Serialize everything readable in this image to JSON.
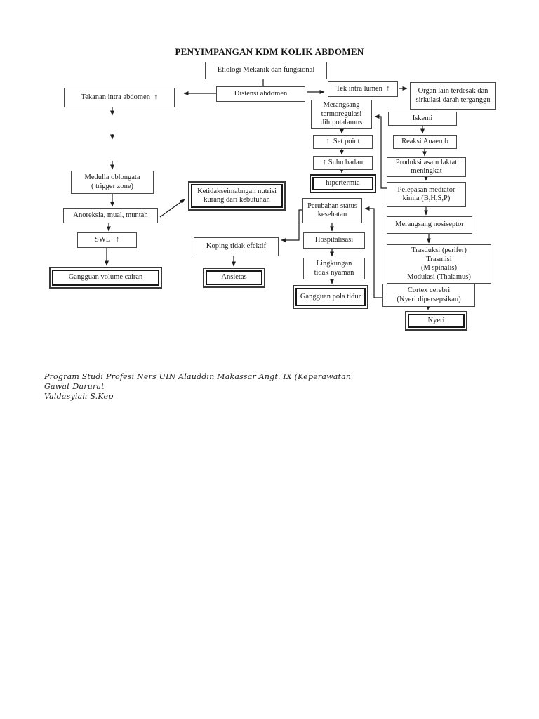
{
  "page": {
    "title": "PENYIMPANGAN KDM KOLIK ABDOMEN",
    "footer_line1": "Program Studi Profesi Ners UIN Alauddin Makassar Angt. IX (Keperawatan Gawat Darurat",
    "footer_line2": "Valdasyiah S.Kep"
  },
  "nodes": {
    "etiologi": "Etiologi Mekanik dan fungsional",
    "tekanan_intra_abdomen": "Tekanan intra abdomen  ↑",
    "distensi_abdomen": "Distensi abdomen",
    "tek_intra_lumen": "Tek intra lumen  ↑",
    "organ_lain": "Organ lain terdesak dan\nsirkulasi darah terganggu",
    "merangsang_termoregulasi": "Merangsang\ntermoregulasi\ndihipotalamus",
    "iskemi": "Iskemi",
    "set_point": "↑  Set point",
    "reaksi_anaerob": "Reaksi Anaerob",
    "suhu_badan": "↑ Suhu badan",
    "produksi_asam_laktat": "Produksi asam laktat\nmeningkat",
    "medulla_oblongata": "Medulla oblongata\n( trigger zone)",
    "hipertermia": "hipertermia",
    "pelepasan_mediator": "Pelepasan mediator\nkimia (B,H,S,P)",
    "ketidakseimbangan_nutrisi": "Ketidakseimabngan nutrisi\nkurang dari kebutuhan",
    "anoreksia": "Anoreksia, mual, muntah",
    "perubahan_status": "Perubahan status\nkesehatan",
    "merangsang_nosiseptor": "Merangsang nosiseptor",
    "swl": "SWL   ↑",
    "koping_tidak_efektif": "Koping tidak efektif",
    "hospitalisasi": "Hospitalisasi",
    "trasduksi": "Trasduksi (perifer)\nTrasmisi\n(M spinalis)\nModulasi (Thalamus)",
    "lingkungan": "Lingkungan\ntidak nyaman",
    "gangguan_volume_cairan": "Gangguan volume cairan",
    "ansietas": "Ansietas",
    "gangguan_pola_tidur": "Gangguan pola tidur",
    "cortex_cerebri": "Cortex cerebri\n(Nyeri dipersepsikan)",
    "nyeri": "Nyeri"
  },
  "colors": {
    "line": "#1c1c1c",
    "box_border": "#4a4a4a",
    "background": "#ffffff"
  }
}
